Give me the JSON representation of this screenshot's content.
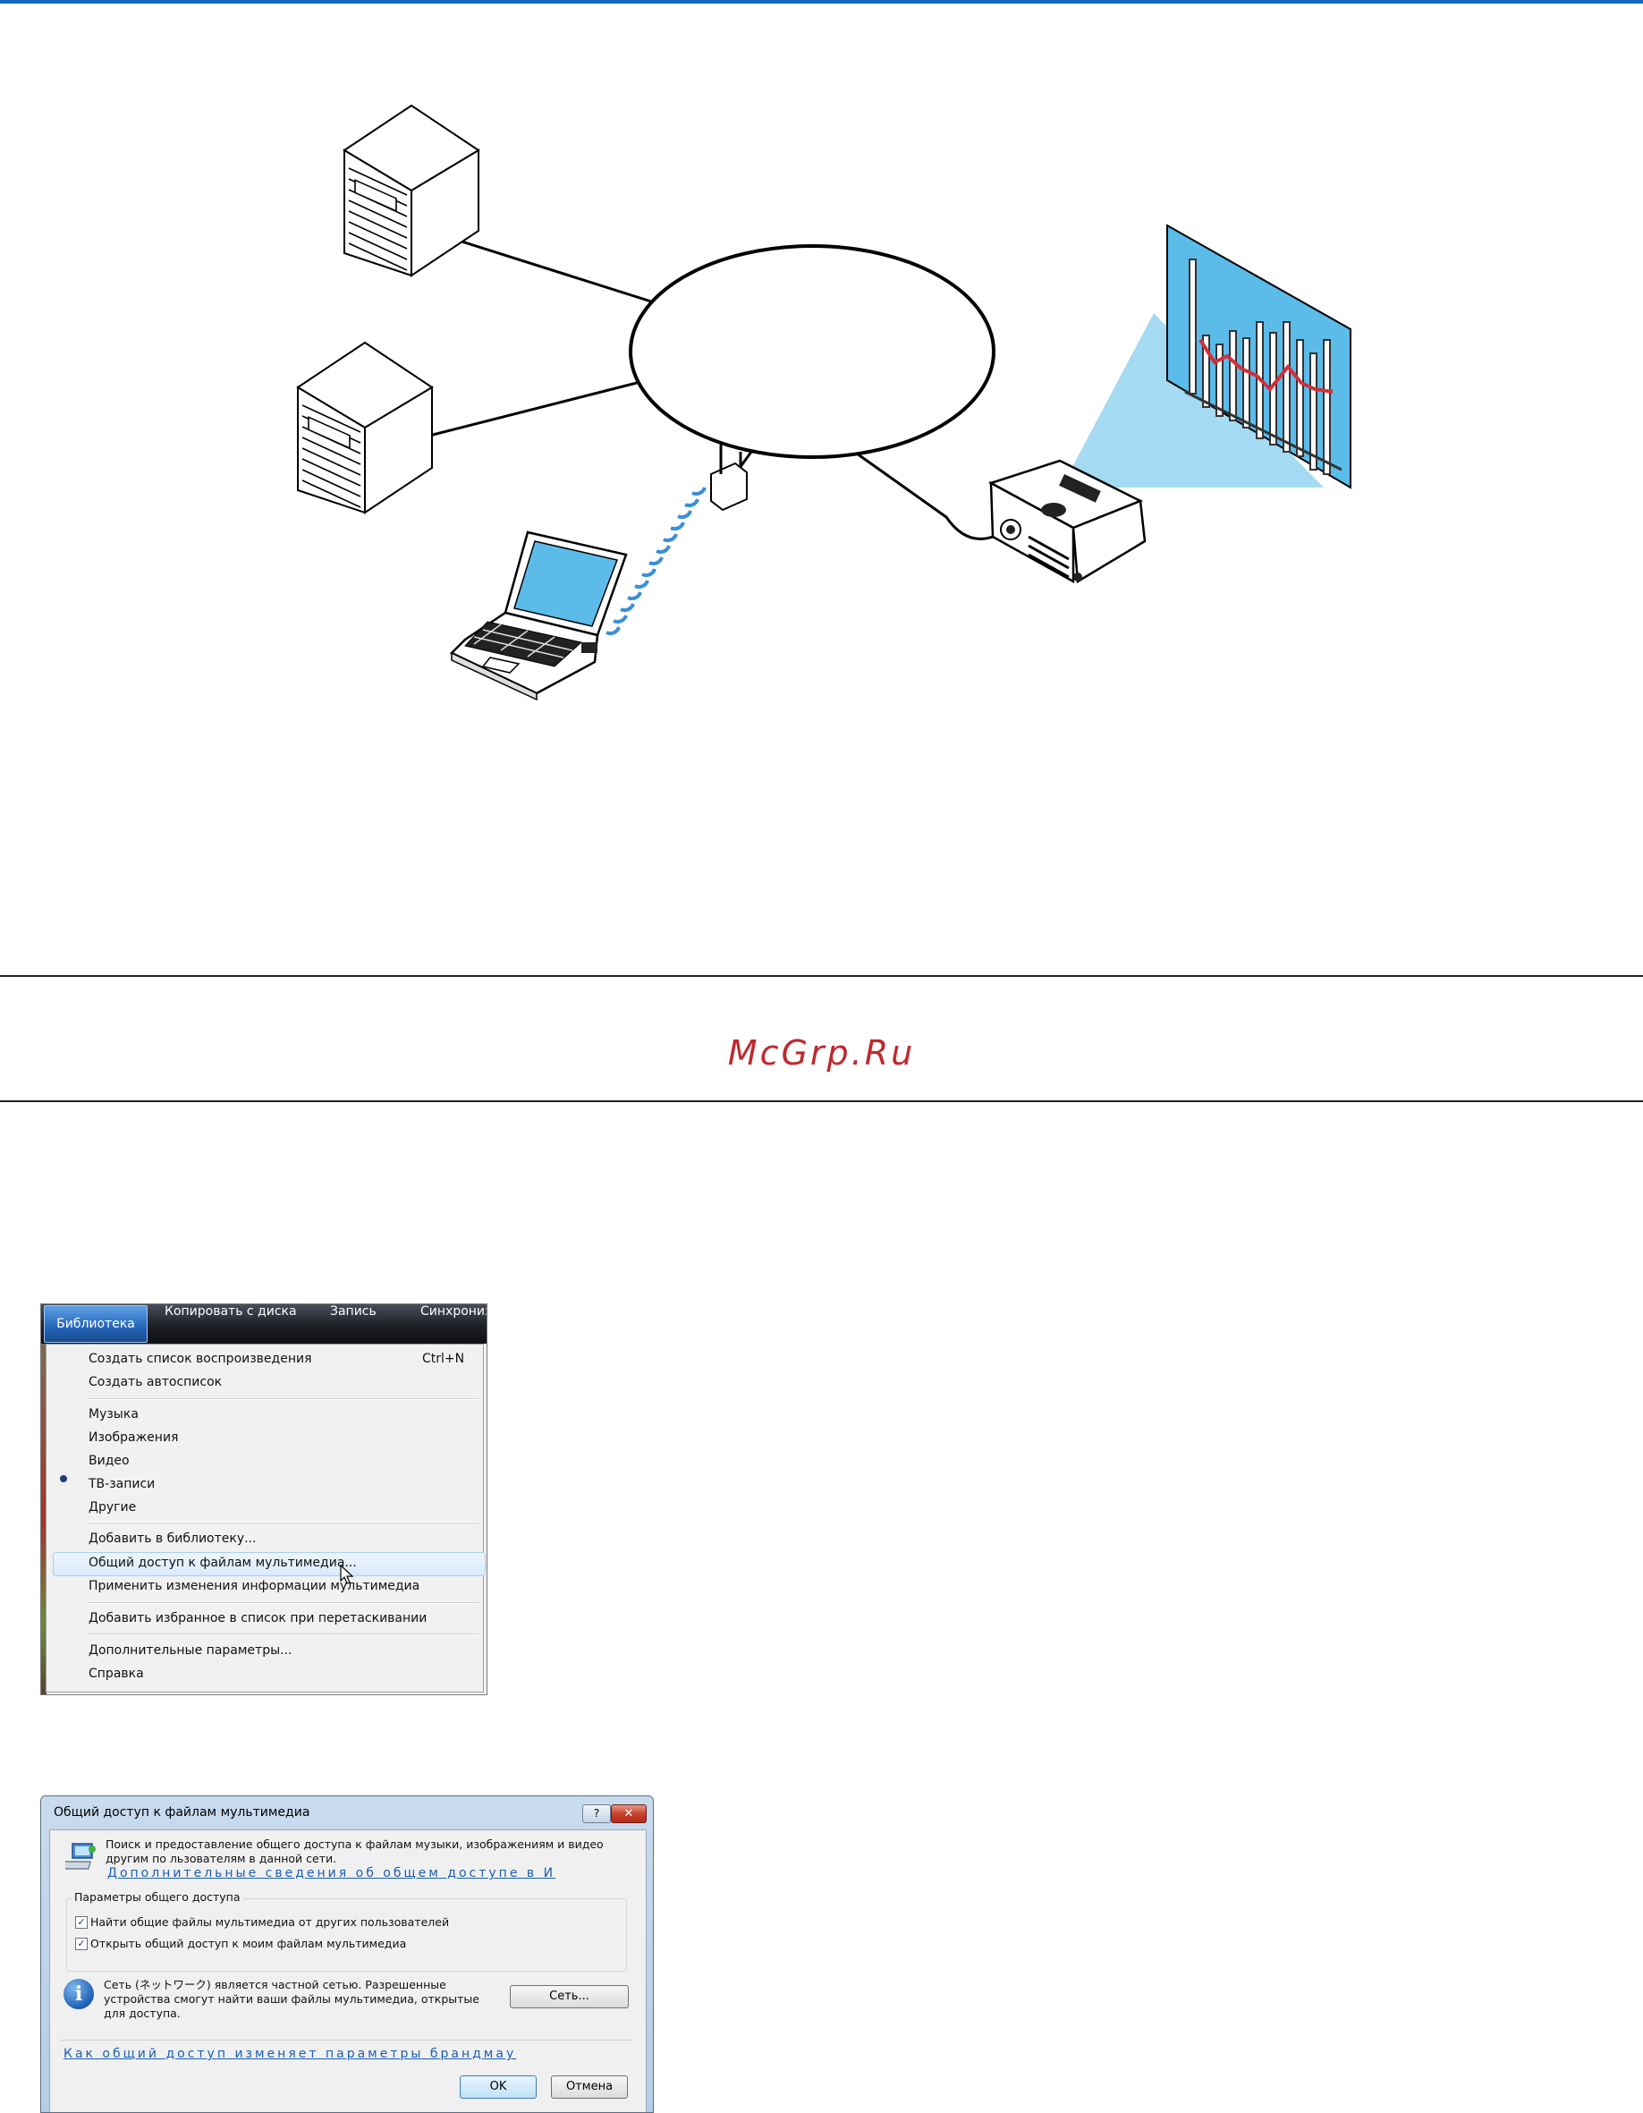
{
  "watermark": "McGrp.Ru",
  "menu": {
    "tabs": [
      "Библиотека",
      "Копировать с диска",
      "Запись",
      "Синхрониз"
    ],
    "items": [
      "Создать список воспроизведения",
      "Создать автосписок",
      "Музыка",
      "Изображения",
      "Видео",
      "ТВ-записи",
      "Другие",
      "Добавить в библиотеку...",
      "Общий доступ к файлам мультимедиа...",
      "Применить изменения информации мультимедиа",
      "Добавить избранное в список при перетаскивании",
      "Дополнительные параметры...",
      "Справка"
    ],
    "shortcut": "Ctrl+N",
    "selected_item": "Изображения",
    "highlighted_item": "Общий доступ к файлам мультимедиа..."
  },
  "dialog": {
    "title": "Общий доступ к файлам мультимедиа",
    "help_button": "?",
    "close_button": "✕",
    "description": "Поиск и предоставление общего доступа к файлам музыки, изображениям и видео другим по льзователям в данной сети.",
    "link_more": "Дополнительные сведения об общем доступе в И",
    "group_title": "Параметры общего доступа",
    "checkbox_find": "Найти общие файлы мультимедиа от других пользователей",
    "checkbox_share": "Открыть общий доступ к моим файлам мультимедиа",
    "checkbox_find_checked": true,
    "checkbox_share_checked": true,
    "info_text": "Сеть (ネットワーク) является частной сетью. Разрешенные устройства смогут найти ваши файлы мультимедиа, открытые для доступа.",
    "network_button": "Сеть...",
    "link_firewall": "Как общий доступ изменяет параметры брандмау",
    "ok_button": "OK",
    "cancel_button": "Отмена"
  },
  "colors": {
    "top_bar": "#1565c0",
    "watermark": "#c0282d",
    "screen": "#5bbcea",
    "wifi": "#3a8fd6",
    "link": "#1a5fb4"
  },
  "icons": [
    "server-icon",
    "laptop-icon",
    "wireless-router-icon",
    "projector-icon",
    "projection-screen-icon",
    "share-media-icon",
    "info-icon",
    "mouse-cursor-icon"
  ]
}
